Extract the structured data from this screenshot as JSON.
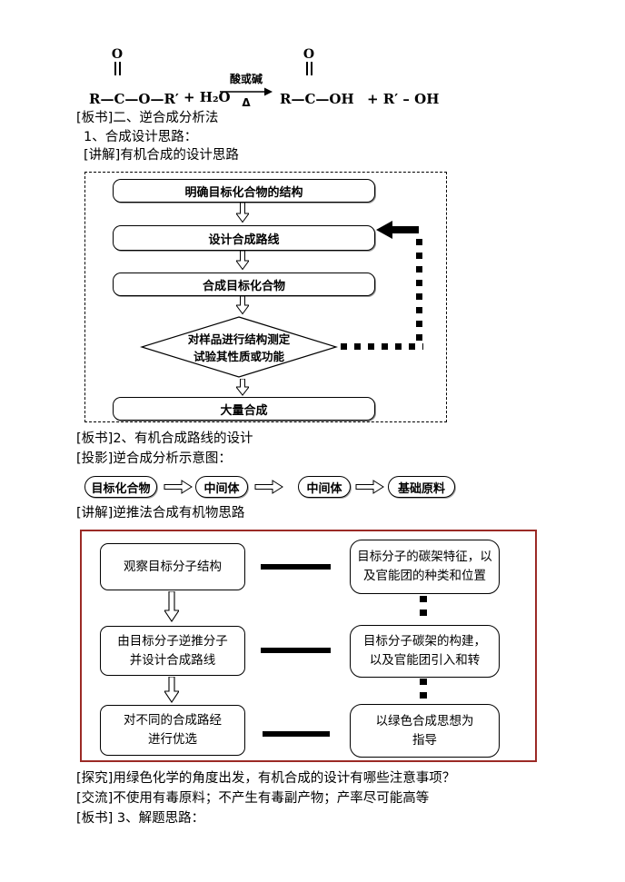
{
  "equation": {
    "left_o": "O",
    "left_formula": "R—C—O—R′",
    "plus_h2o": "+ H₂O",
    "cond_top": "酸或碱",
    "cond_bottom": "Δ",
    "right_o": "O",
    "right_formula": "R—C—OH",
    "plus_roh": "+ R′ – OH"
  },
  "lines": {
    "banshu_title": "[板书]二、逆合成分析法",
    "item1": "1、合成设计思路：",
    "jiangjie1": "[讲解]有机合成的设计思路",
    "banshu2": "[板书]2、有机合成路线的设计",
    "touying": "[投影]逆合成分析示意图：",
    "jiangjie2": "[讲解]逆推法合成有机物思路",
    "tanjiu": "[探究]用绿色化学的角度出发，有机合成的设计有哪些注意事项？",
    "jiaoliu": "[交流]不使用有毒原料；不产生有毒副产物；产率尽可能高等",
    "banshu3": "[板书] 3、解题思路："
  },
  "flowchart1": {
    "step1": "明确目标化合物的结构",
    "step2": "设计合成路线",
    "step3": "合成目标化合物",
    "decision1": "对样品进行结构测定",
    "decision2": "试验其性质或功能",
    "step4": "大量合成"
  },
  "retro_chain": {
    "node1": "目标化合物",
    "node2": "中间体",
    "node3": "中间体",
    "node4": "基础原料"
  },
  "retro_box": {
    "border_color": "#9b2a26",
    "r1_left": "观察目标分子结构",
    "r1_right1": "目标分子的碳架特征，以",
    "r1_right2": "及官能团的种类和位置",
    "r2_left1": "由目标分子逆推分子",
    "r2_left2": "并设计合成路线",
    "r2_right1": "目标分子碳架的构建，",
    "r2_right2": "以及官能团引入和转",
    "r3_left1": "对不同的合成路经",
    "r3_left2": "进行优选",
    "r3_right1": "以绿色合成思想为",
    "r3_right2": "指导"
  }
}
